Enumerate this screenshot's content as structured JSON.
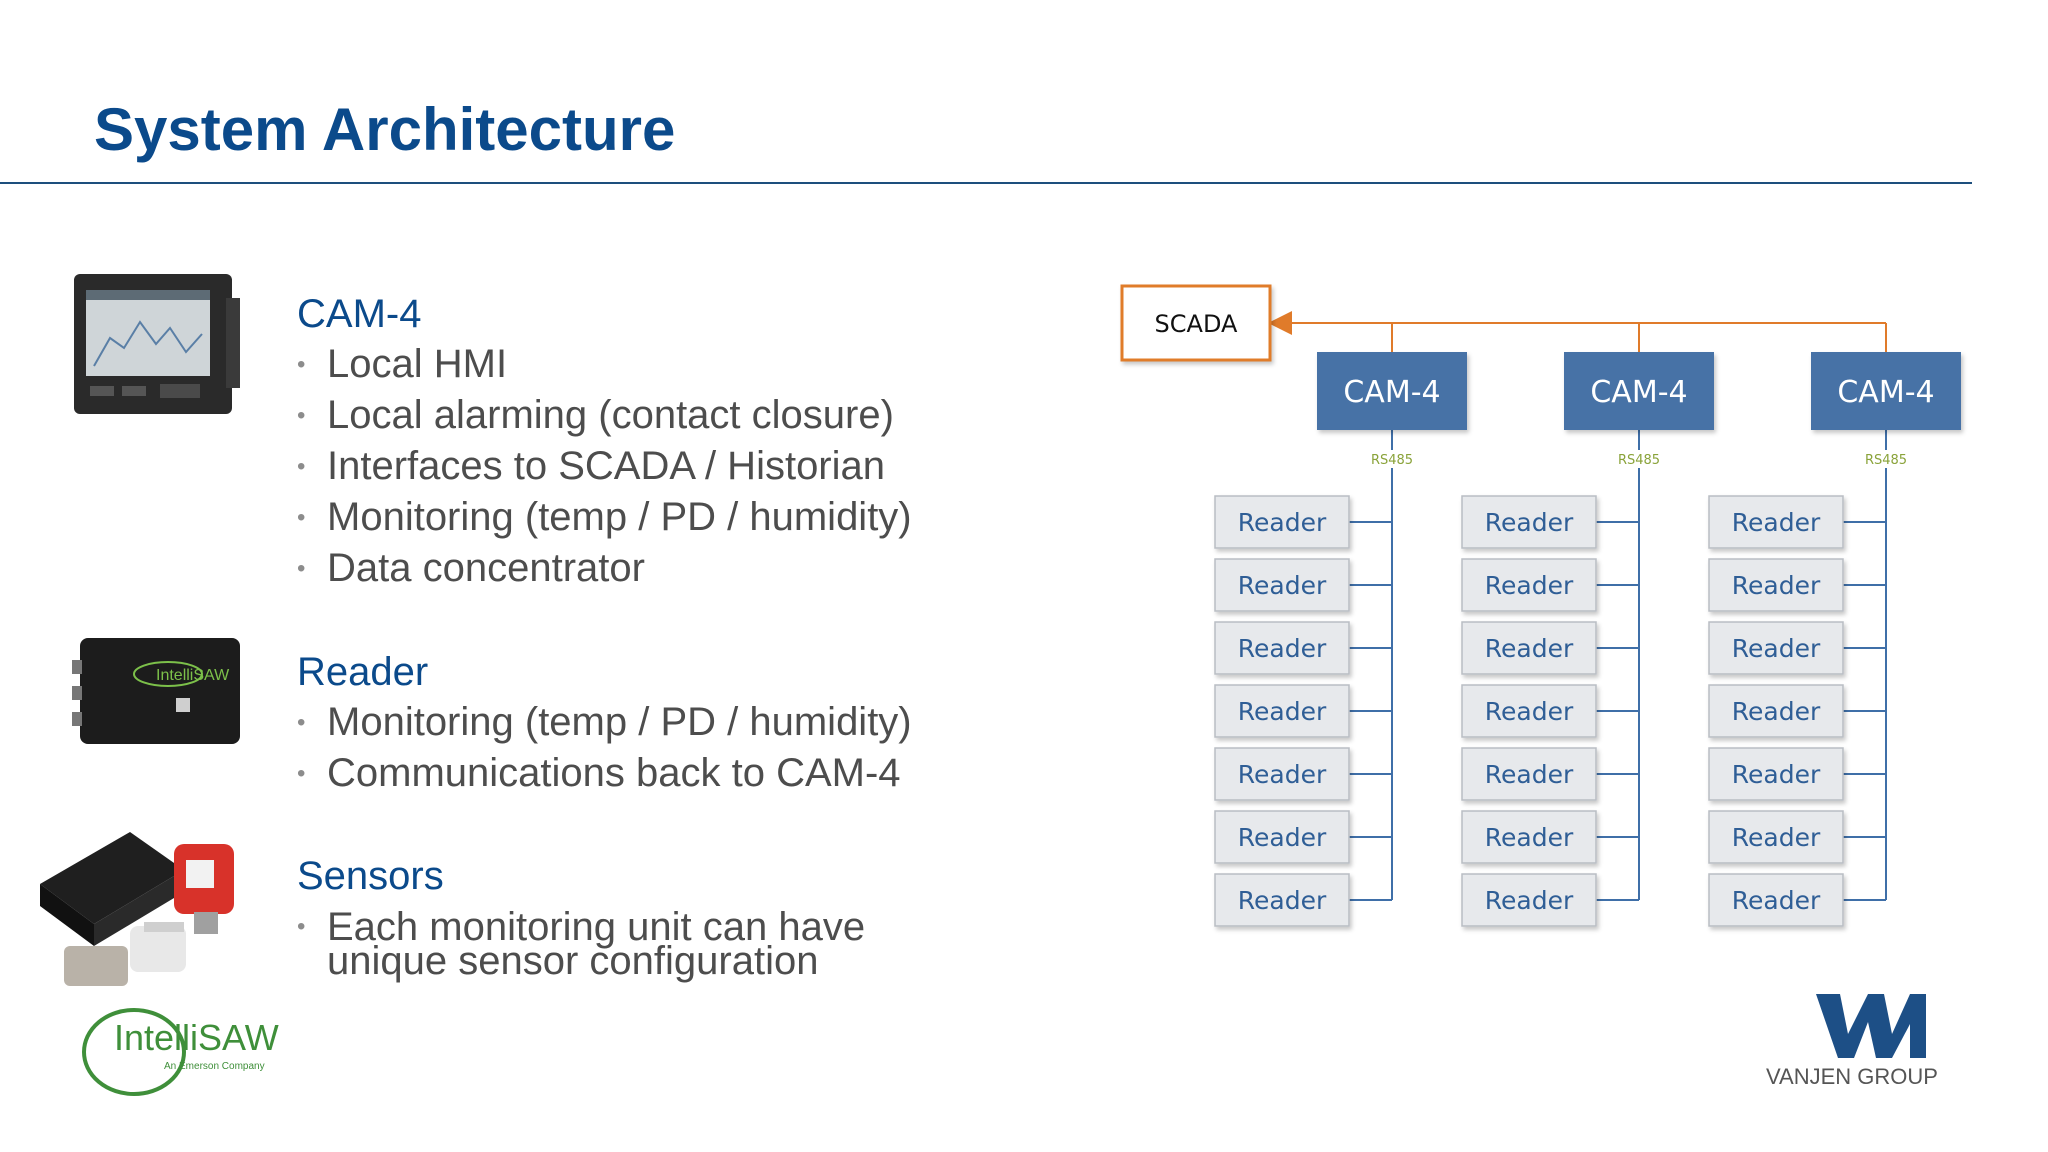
{
  "slide": {
    "title": "System Architecture"
  },
  "sections": [
    {
      "heading": "CAM-4",
      "bullets": [
        "Local HMI",
        "Local alarming (contact closure)",
        "Interfaces to SCADA / Historian",
        "Monitoring (temp / PD / humidity)",
        "Data concentrator"
      ]
    },
    {
      "heading": "Reader",
      "bullets": [
        "Monitoring (temp / PD / humidity)",
        "Communications back to CAM-4"
      ]
    },
    {
      "heading": "Sensors",
      "bullets": [
        "Each monitoring unit can have unique sensor configuration"
      ]
    }
  ],
  "diagram": {
    "scada_label": "SCADA",
    "cam_labels": [
      "CAM-4",
      "CAM-4",
      "CAM-4"
    ],
    "bus_labels": [
      "RS485",
      "RS485",
      "RS485"
    ],
    "reader_label": "Reader",
    "readers_per_cam": 7,
    "colors": {
      "scada_border": "#e07b2a",
      "cam_fill": "#4672a6",
      "reader_fill": "#e7e9ec",
      "reader_text": "#2f5e96",
      "bus_line": "#3f6fa8",
      "bus_label": "#8aa33a"
    }
  },
  "logos": {
    "intellisaw_text": "IntelliSAW",
    "intellisaw_tagline": "An Emerson Company",
    "vanjen_text": "VANJEN GROUP"
  },
  "colors": {
    "title": "#0b4a8b",
    "body_text": "#4d4d4d"
  }
}
